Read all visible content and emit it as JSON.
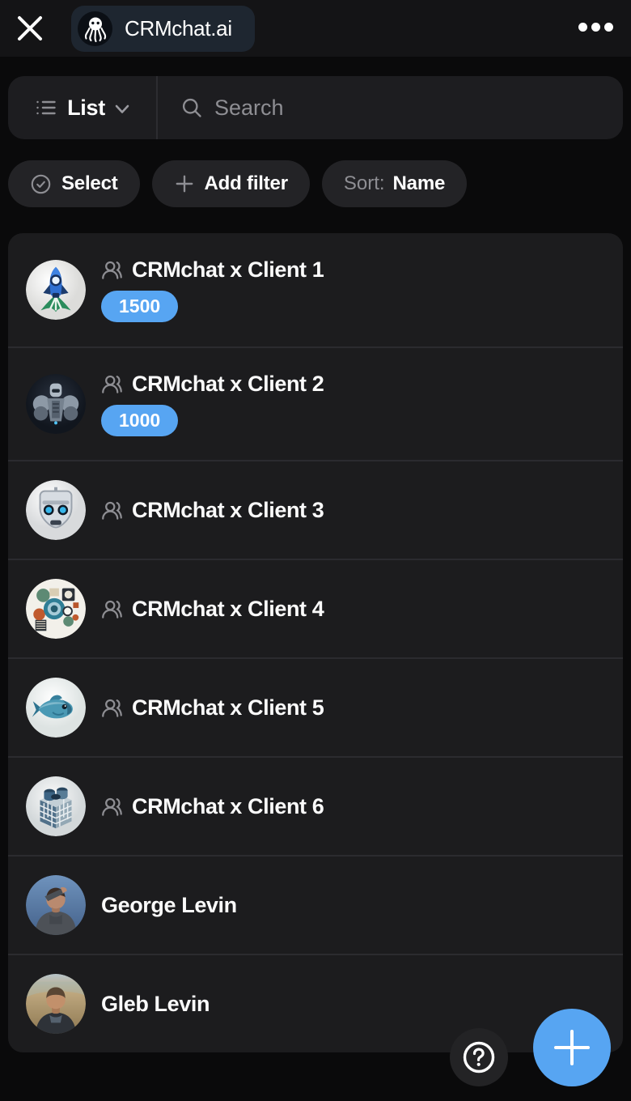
{
  "header": {
    "app_name": "CRMchat.ai",
    "close_icon": "x-icon",
    "logo_icon": "octopus-icon",
    "menu_icon": "ellipsis-icon"
  },
  "toolbar": {
    "view_label": "List",
    "view_icon": "list-icon",
    "chevron_icon": "chevron-down-icon",
    "search_icon": "search-icon",
    "search_placeholder": "Search",
    "search_value": ""
  },
  "filters": {
    "select_label": "Select",
    "select_icon": "check-circle-icon",
    "add_filter_label": "Add filter",
    "add_filter_icon": "plus-icon",
    "sort_prefix": "Sort:",
    "sort_value": "Name"
  },
  "list": {
    "items": [
      {
        "title": "CRMchat x Client 1",
        "type": "group",
        "badge": "1500",
        "avatar": "rocket-avatar"
      },
      {
        "title": "CRMchat x Client 2",
        "type": "group",
        "badge": "1000",
        "avatar": "robot-bodybuilder-avatar"
      },
      {
        "title": "CRMchat x Client 3",
        "type": "group",
        "badge": null,
        "avatar": "robot-head-avatar"
      },
      {
        "title": "CRMchat x Client 4",
        "type": "group",
        "badge": null,
        "avatar": "photo-collage-avatar"
      },
      {
        "title": "CRMchat x Client 5",
        "type": "group",
        "badge": null,
        "avatar": "fish-avatar"
      },
      {
        "title": "CRMchat x Client 6",
        "type": "group",
        "badge": null,
        "avatar": "isometric-building-avatar"
      },
      {
        "title": "George Levin",
        "type": "person",
        "badge": null,
        "avatar": "george-photo-avatar"
      },
      {
        "title": "Gleb Levin",
        "type": "person",
        "badge": null,
        "avatar": "gleb-photo-avatar"
      }
    ]
  },
  "floating": {
    "help_icon": "help-circle-icon",
    "add_icon": "plus-icon"
  },
  "colors": {
    "accent_blue": "#57a5f2",
    "card_bg": "#1c1c1e",
    "chip_bg": "#232326",
    "toolbar_bg": "#1d1d20",
    "app_pill_bg": "#1e2630",
    "muted_text": "#8e8e93",
    "divider": "#2b2b2f"
  }
}
